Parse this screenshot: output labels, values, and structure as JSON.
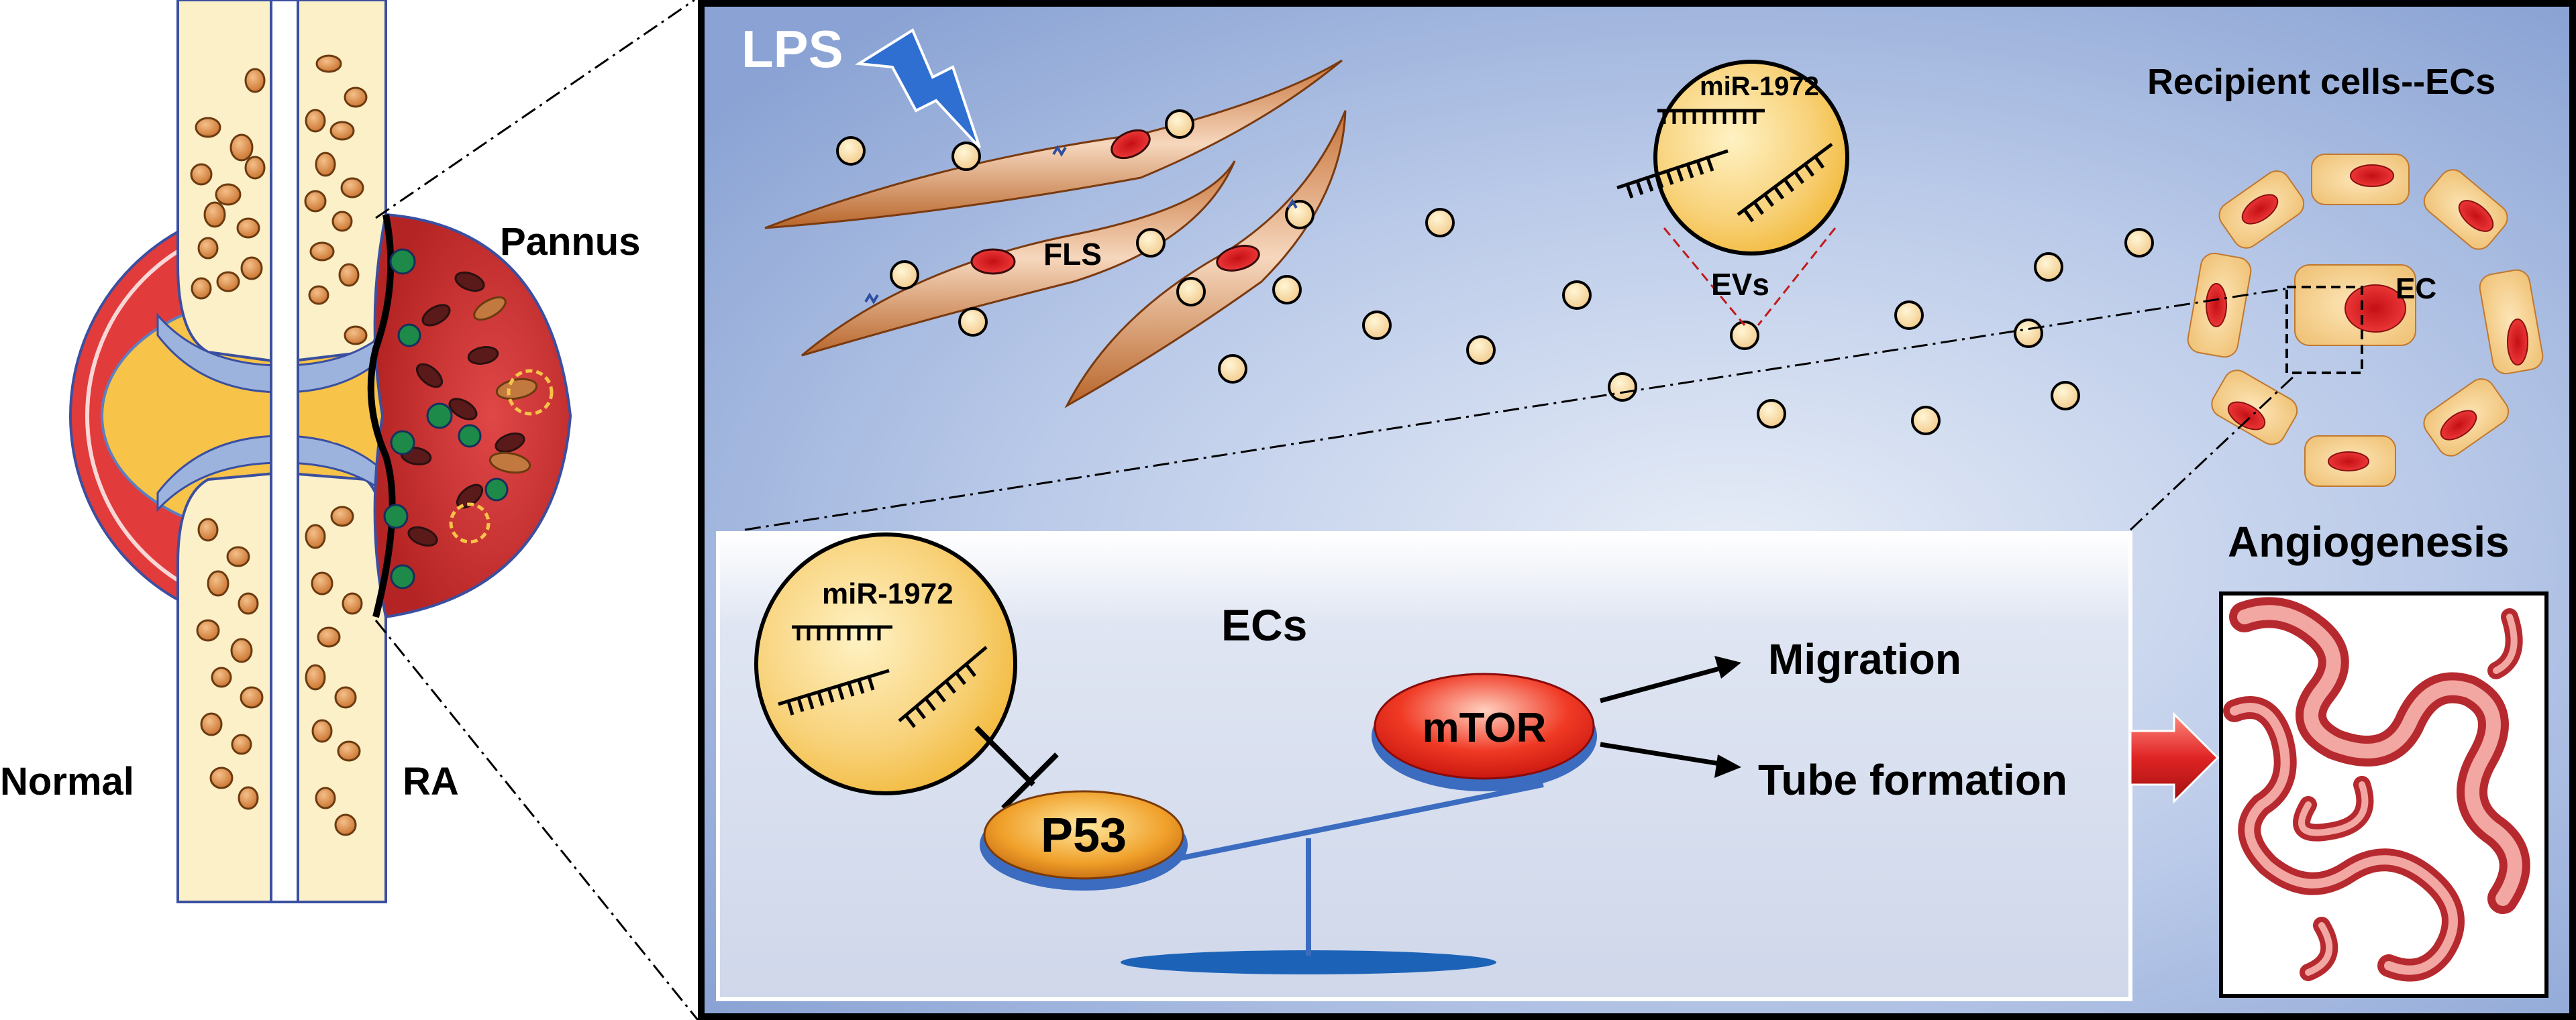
{
  "joint": {
    "normal_label": "Normal",
    "ra_label": "RA",
    "pannus_label": "Pannus"
  },
  "top_panel": {
    "lps_label": "LPS",
    "fls_label": "FLS",
    "evs_label": "EVs",
    "mirna_label": "miR-1972",
    "recipient_label": "Recipient cells--ECs",
    "ec_label": "EC"
  },
  "inset": {
    "ecs_label": "ECs",
    "mirna_label": "miR-1972",
    "p53_label": "P53",
    "mtor_label": "mTOR",
    "outcomes": [
      "Migration",
      "Tube formation"
    ]
  },
  "angiogenesis": {
    "title": "Angiogenesis"
  },
  "colors": {
    "panel_blue": "#8fa9d8",
    "fls_brown": "#b8652a",
    "vesicle_fill": "#fbd99b",
    "mtor_red": "#e8211b",
    "p53_orange": "#d06a10",
    "arrow_red": "#d42020",
    "cartilage_yellow": "#f7c348",
    "bone_cream": "#fbf0c8"
  }
}
